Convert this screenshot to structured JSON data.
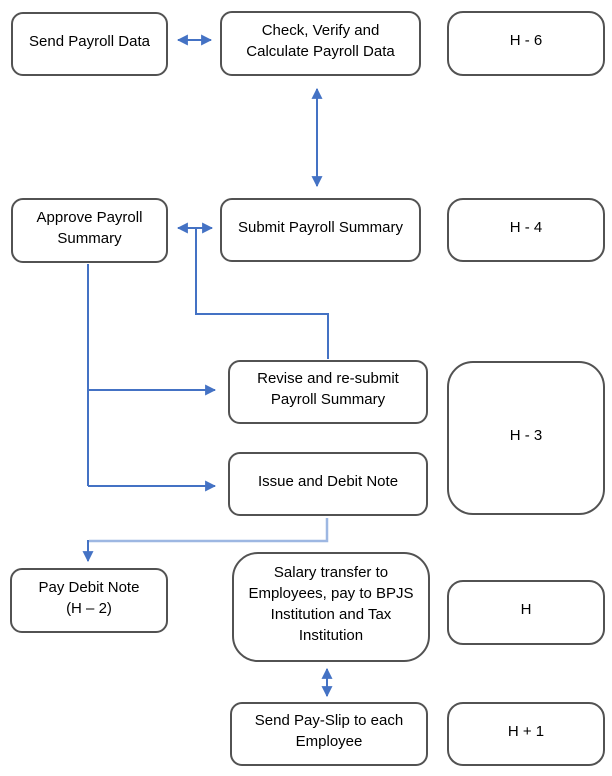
{
  "diagram": {
    "title": "Payroll process flowchart",
    "colors": {
      "arrow_blue": "#4472C4",
      "light_blue": "#9DB7E2",
      "box_border": "#525252",
      "text": "#000000",
      "background": "#FFFFFF"
    },
    "nodes": {
      "send_payroll_data": {
        "label": "Send Payroll Data"
      },
      "check_verify": {
        "label": "Check, Verify and\nCalculate Payroll Data"
      },
      "h_minus_6": {
        "label": "H - 6"
      },
      "approve_summary": {
        "label": "Approve Payroll\nSummary"
      },
      "submit_summary": {
        "label": "Submit Payroll Summary"
      },
      "h_minus_4": {
        "label": "H - 4"
      },
      "revise_resubmit": {
        "label": "Revise and re-submit\nPayroll Summary"
      },
      "issue_debit_note": {
        "label": "Issue and Debit Note"
      },
      "h_minus_3": {
        "label": "H - 3"
      },
      "pay_debit_note": {
        "label": "Pay Debit Note\n(H – 2)"
      },
      "salary_transfer": {
        "label": "Salary transfer to\nEmployees, pay to BPJS\nInstitution and Tax\nInstitution"
      },
      "h_day": {
        "label": "H"
      },
      "send_payslip": {
        "label": "Send Pay-Slip to each\nEmployee"
      },
      "h_plus_1": {
        "label": "H + 1"
      }
    }
  }
}
